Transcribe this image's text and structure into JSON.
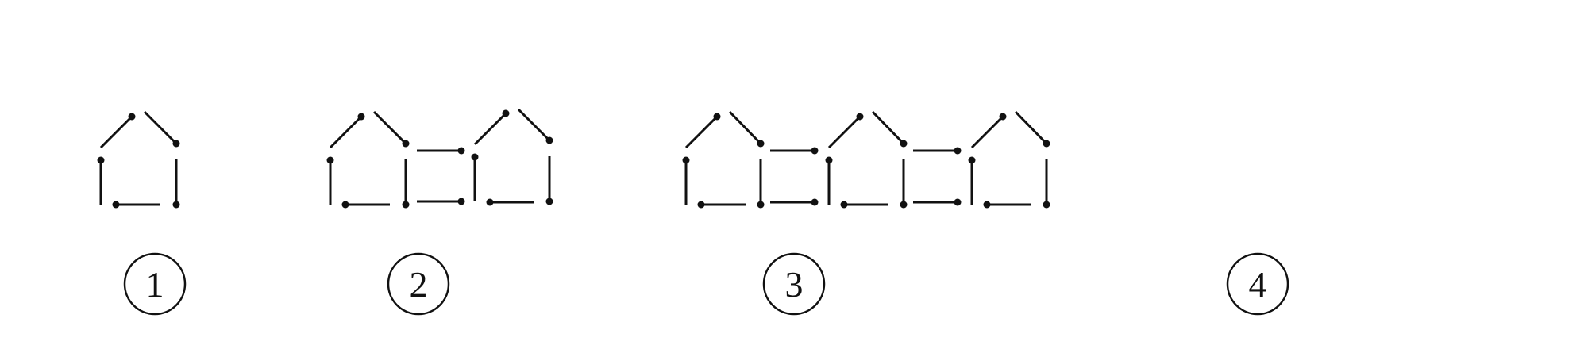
{
  "figures": [
    {
      "label": "1",
      "houses": 1
    },
    {
      "label": "2",
      "houses": 2
    },
    {
      "label": "3",
      "houses": 3
    },
    {
      "label": "4",
      "houses": 0
    }
  ],
  "colors": {
    "stroke": "#111111",
    "background": "#ffffff"
  }
}
